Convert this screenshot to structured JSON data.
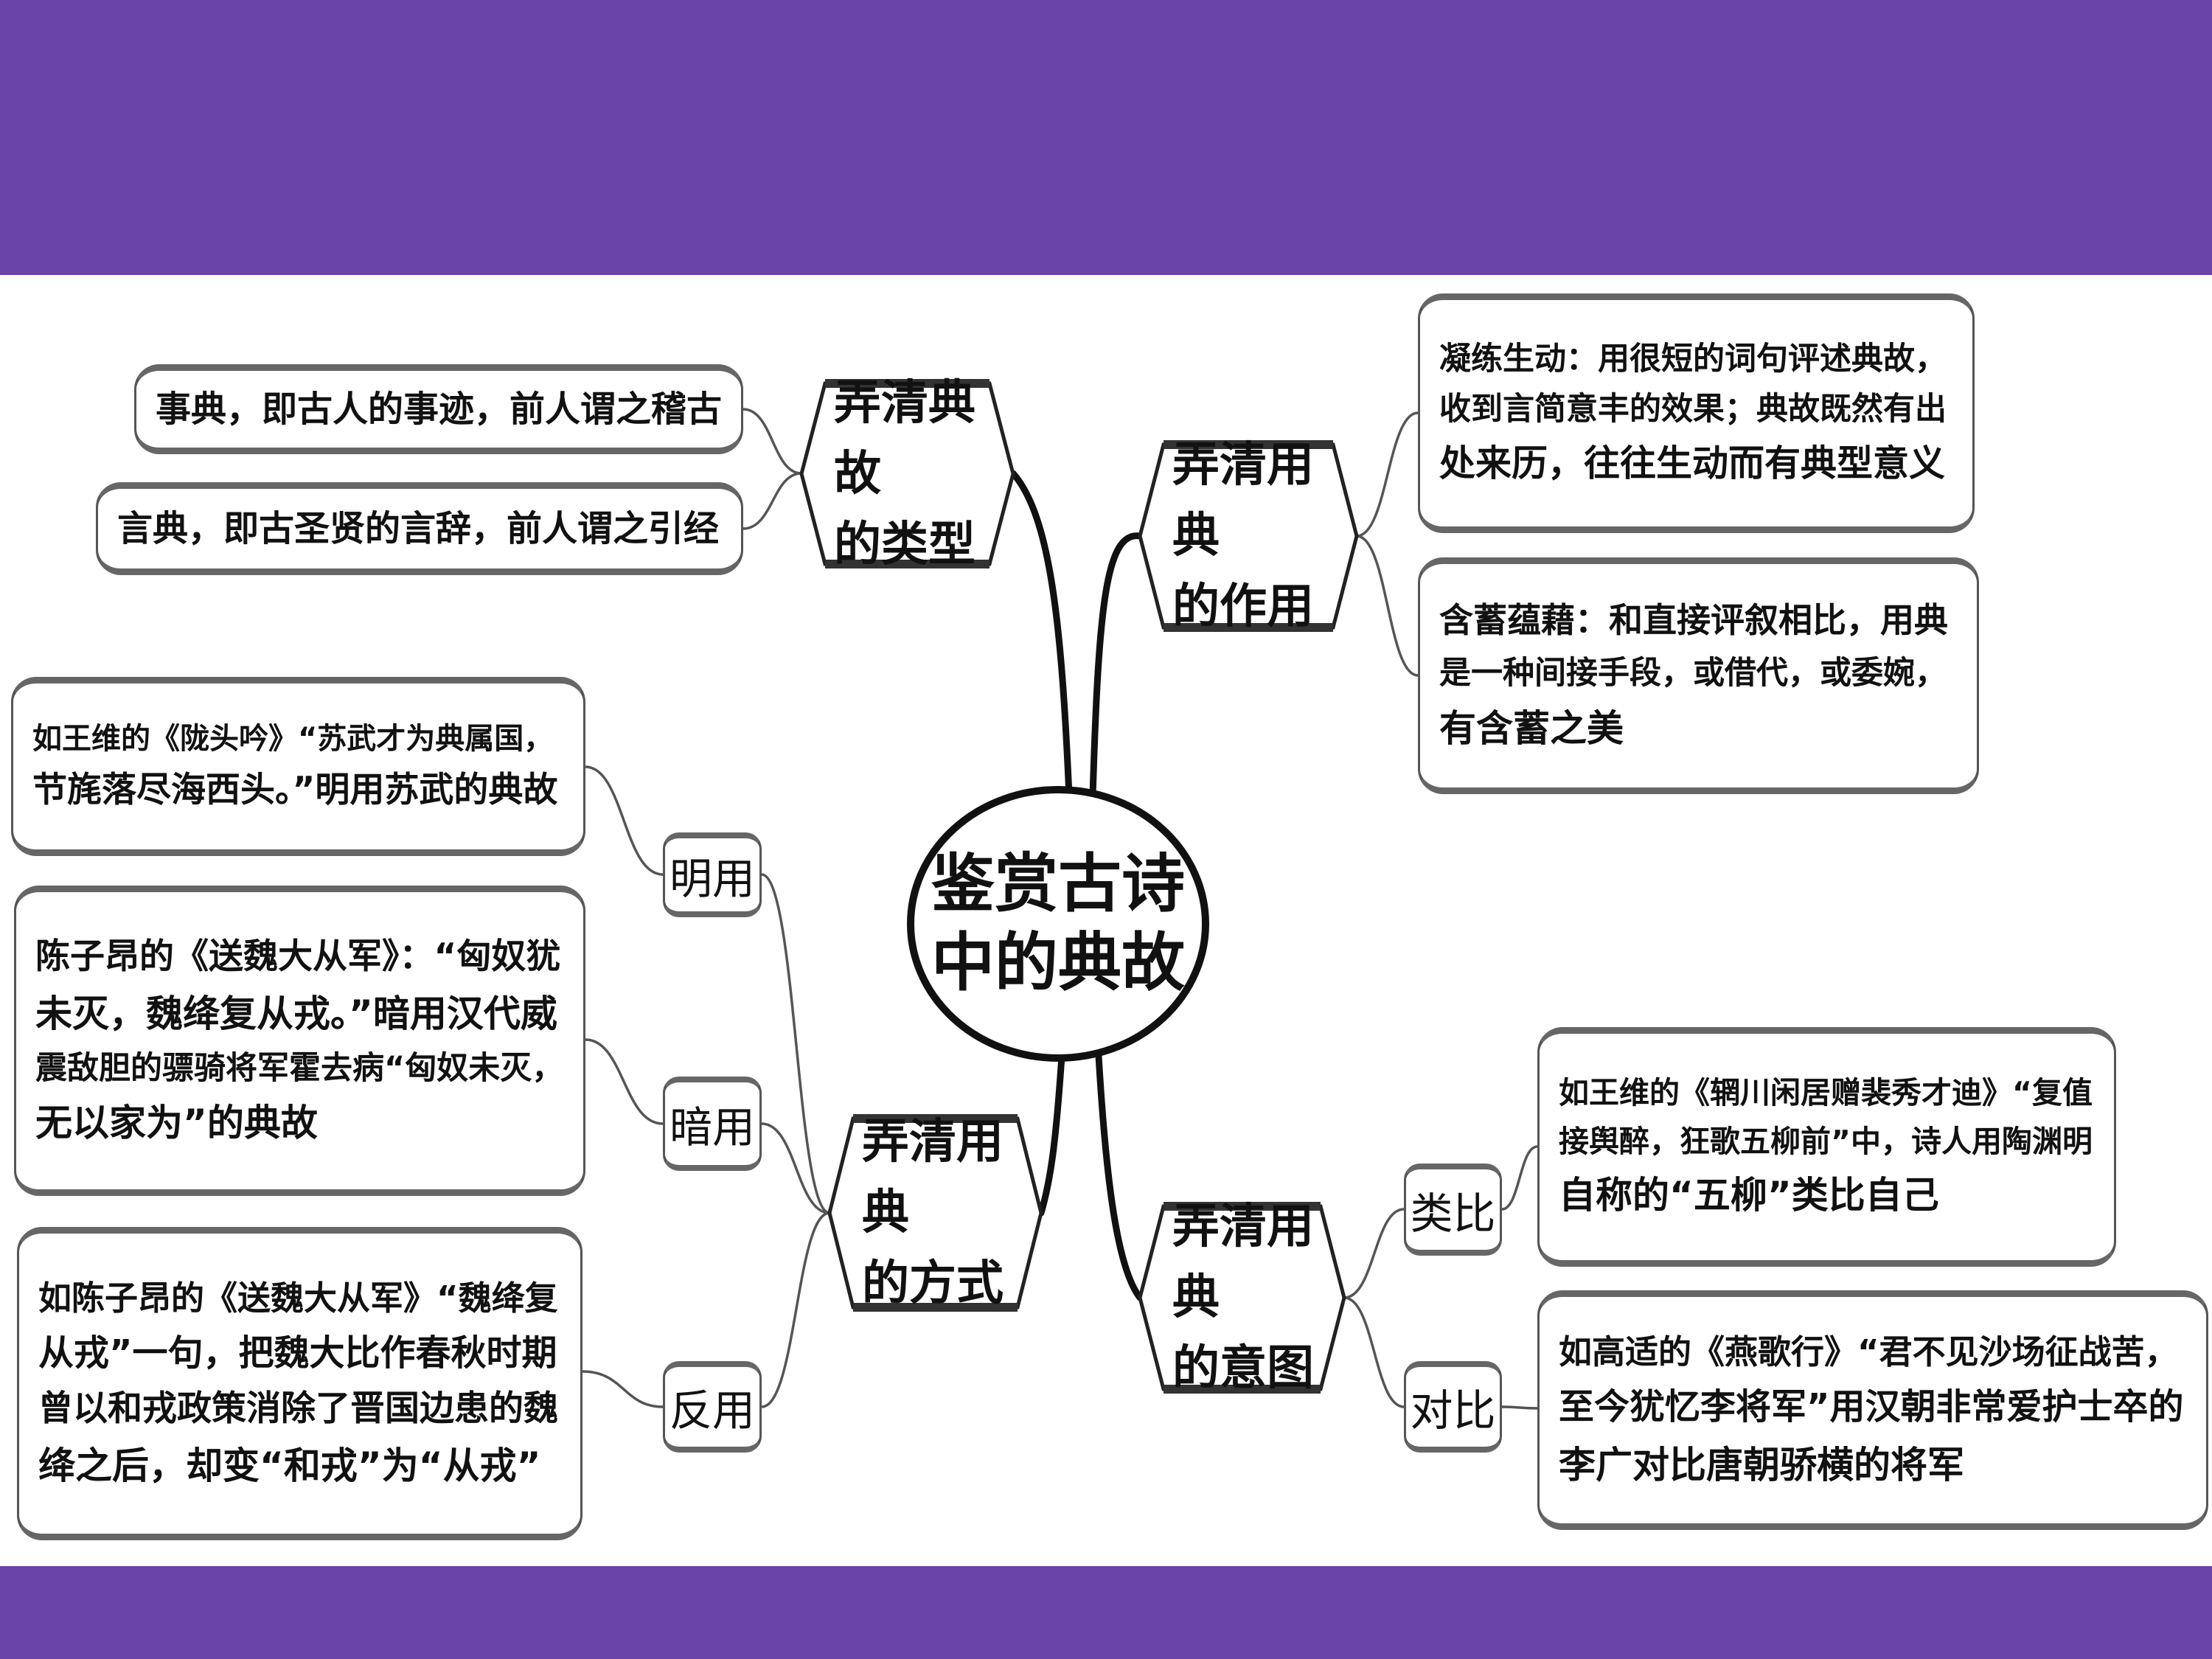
{
  "colors": {
    "banner": "#6a44a8",
    "line": "#111111",
    "box_border": "#555555"
  },
  "center": {
    "lines": [
      "鉴赏古诗",
      "中的典故"
    ]
  },
  "branches": {
    "types": {
      "title": [
        "弄清典故",
        "的类型"
      ],
      "leaves": [
        {
          "lines": [
            "事典，即古人的事迹，前人谓之稽古"
          ]
        },
        {
          "lines": [
            "言典，即古圣贤的言辞，前人谓之引经"
          ]
        }
      ]
    },
    "functions": {
      "title": [
        "弄清用典",
        "的作用"
      ],
      "leaves": [
        {
          "lines": [
            "凝练生动：用很短的词句评述典故，",
            "收到言简意丰的效果；典故既然有出",
            "处来历，往往生动而有典型意义"
          ]
        },
        {
          "lines": [
            "含蓄蕴藉：和直接评叙相比，用典",
            "是一种间接手段，或借代，或委婉，",
            "有含蓄之美"
          ]
        }
      ]
    },
    "methods": {
      "title": [
        "弄清用典",
        "的方式"
      ],
      "items": [
        {
          "label": "明用",
          "lines": [
            "如王维的《陇头吟》“苏武才为典属国，",
            "节旄落尽海西头。”明用苏武的典故"
          ]
        },
        {
          "label": "暗用",
          "lines": [
            "陈子昂的《送魏大从军》：“匈奴犹",
            "未灭，魏绛复从戎。”暗用汉代威",
            "震敌胆的骠骑将军霍去病“匈奴未灭，",
            "无以家为”的典故"
          ]
        },
        {
          "label": "反用",
          "lines": [
            "如陈子昂的《送魏大从军》“魏绛复",
            "从戎”一句，把魏大比作春秋时期",
            "曾以和戎政策消除了晋国边患的魏",
            "绛之后，却变“和戎”为“从戎”"
          ]
        }
      ]
    },
    "intent": {
      "title": [
        "弄清用典",
        "的意图"
      ],
      "items": [
        {
          "label": "类比",
          "lines": [
            "如王维的《辋川闲居赠裴秀才迪》“复值",
            "接舆醉，狂歌五柳前”中，诗人用陶渊明",
            "自称的“五柳”类比自己"
          ]
        },
        {
          "label": "对比",
          "lines": [
            "如高适的《燕歌行》“君不见沙场征战苦，",
            "至今犹忆李将军”用汉朝非常爱护士卒的",
            "李广对比唐朝骄横的将军"
          ]
        }
      ]
    }
  }
}
